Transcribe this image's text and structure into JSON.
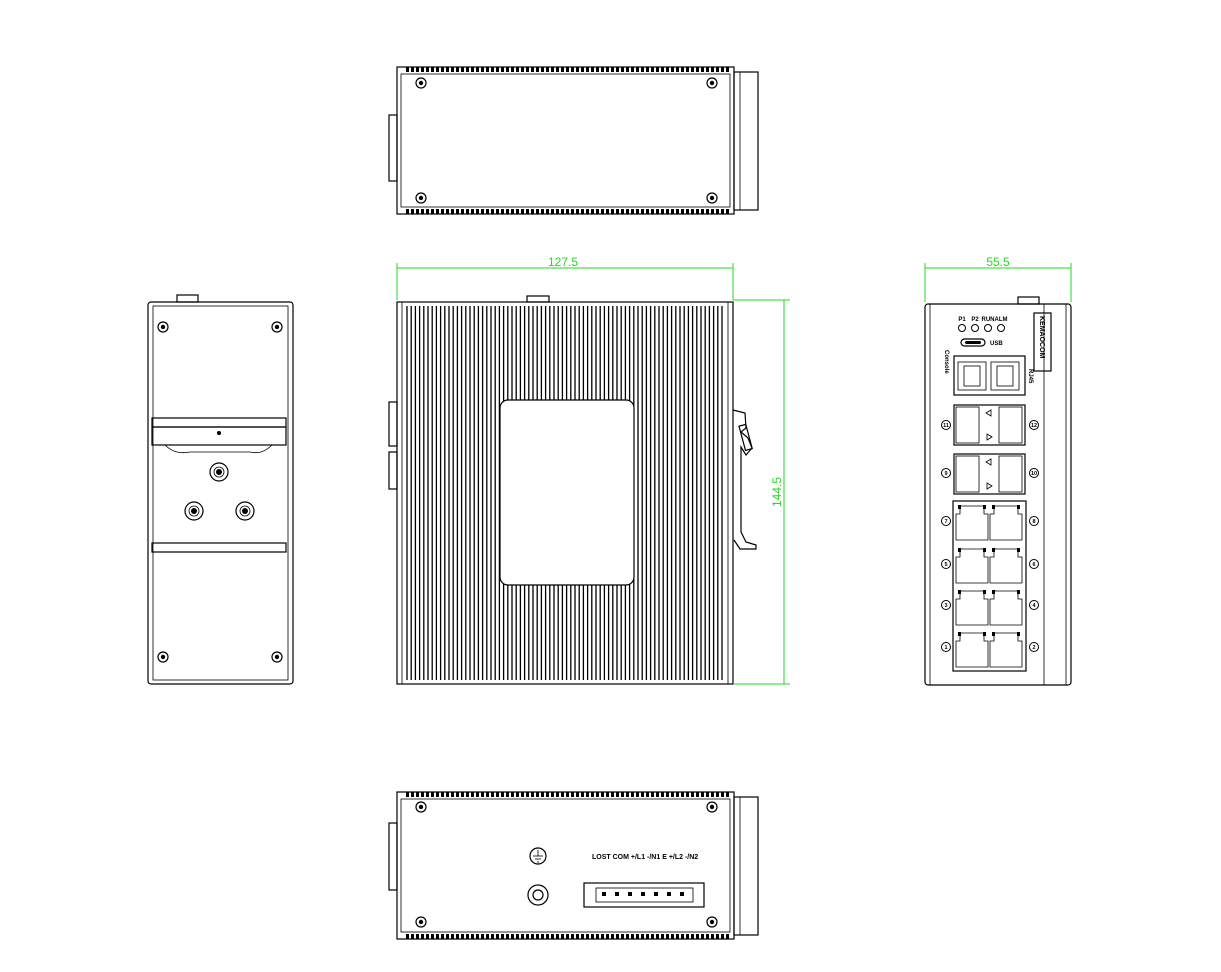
{
  "dimensions": {
    "depth": "127.5",
    "height": "144.5",
    "width": "55.5"
  },
  "front_panel": {
    "leds": [
      "P1",
      "P2",
      "RUN",
      "ALM"
    ],
    "console_label": "Console",
    "usb_label": "USB",
    "brand_text": "KEMAOCOM",
    "mgmt_label": "RJ45",
    "sfp_ports_left": [
      "11",
      "9"
    ],
    "sfp_ports_right": [
      "12",
      "10"
    ],
    "rj45_ports_left": [
      "7",
      "5",
      "3",
      "1"
    ],
    "rj45_ports_right": [
      "8",
      "6",
      "4",
      "2"
    ]
  },
  "bottom_panel": {
    "terminal_labels": "LOST COM +/L1 -/N1 E +/L2 -/N2"
  }
}
